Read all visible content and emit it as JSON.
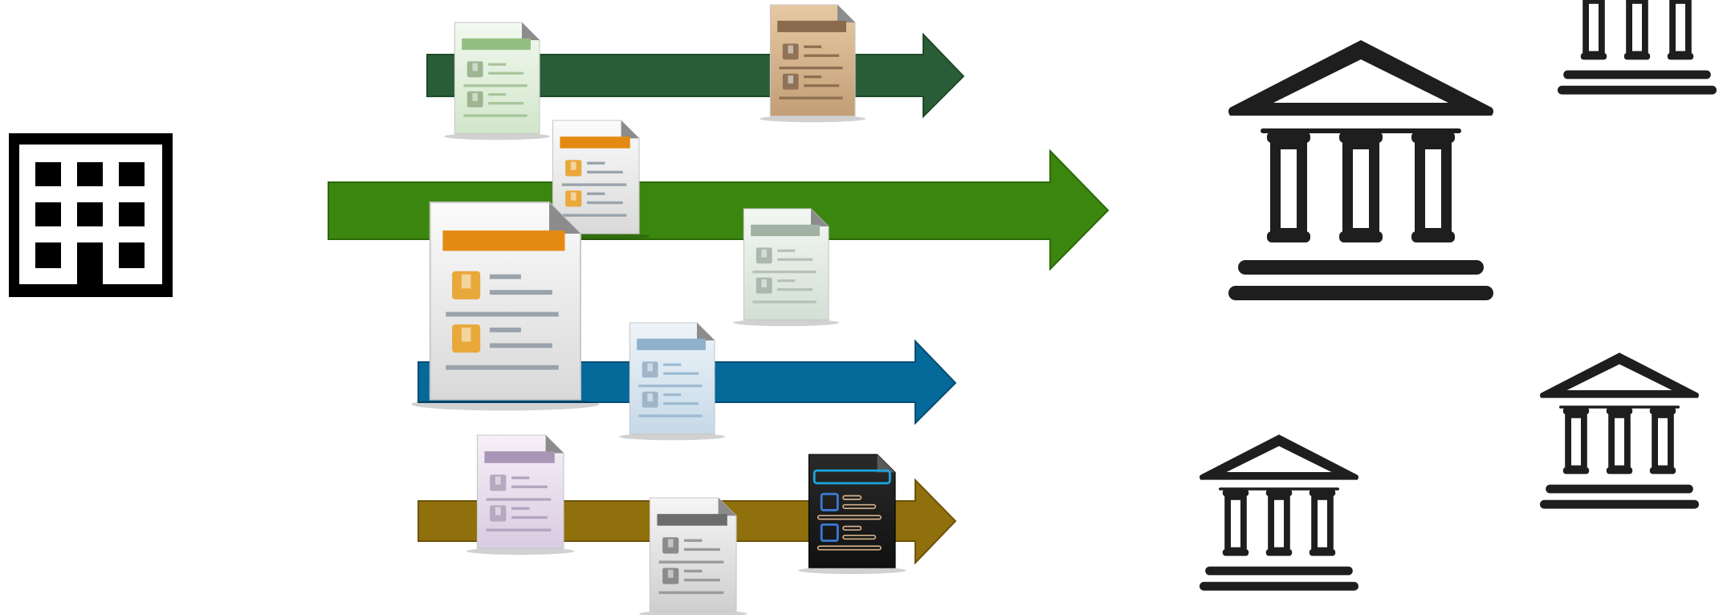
{
  "colors": {
    "background": "#ffffff",
    "arrow_dark_green": "#2a5c38",
    "arrow_green": "#3b860f",
    "arrow_blue": "#05699a",
    "arrow_brown": "#906f0d",
    "icon_black": "#1e1e1e",
    "building_black": "#000000"
  },
  "icons": {
    "source": "office-building-icon",
    "destinations": [
      "bank-icon",
      "bank-icon",
      "bank-icon",
      "bank-icon"
    ],
    "documents": [
      "document-green",
      "document-tan",
      "document-orange",
      "document-orange-large",
      "document-sage",
      "document-blue",
      "document-purple",
      "document-grey",
      "document-dark"
    ]
  },
  "arrows": [
    {
      "name": "dark-green-arrow",
      "color": "arrow_dark_green"
    },
    {
      "name": "green-arrow",
      "color": "arrow_green"
    },
    {
      "name": "blue-arrow",
      "color": "arrow_blue"
    },
    {
      "name": "brown-arrow",
      "color": "arrow_brown"
    }
  ]
}
